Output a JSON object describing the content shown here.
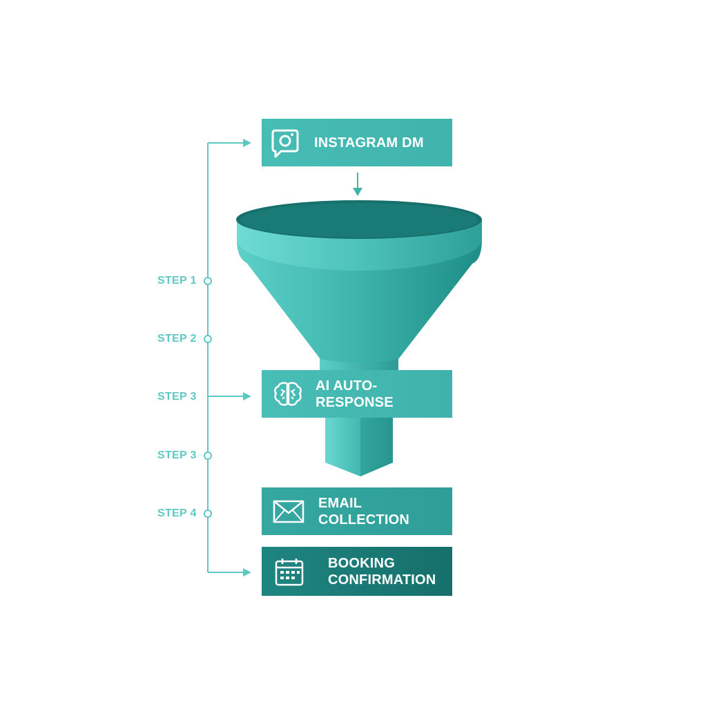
{
  "diagram": {
    "stages": [
      {
        "id": "instagram",
        "label": "INSTAGRAM DM",
        "icon": "instagram-icon"
      },
      {
        "id": "ai",
        "label": "AI AUTO-RESPONSE",
        "icon": "brain-icon"
      },
      {
        "id": "email",
        "label": "EMAIL COLLECTION",
        "icon": "envelope-icon"
      },
      {
        "id": "booking",
        "label": "BOOKING\nCONFIRMATION",
        "icon": "calendar-icon"
      }
    ],
    "steps": [
      "STEP 1",
      "STEP 2",
      "STEP 3",
      "STEP 3",
      "STEP 4"
    ],
    "colors": {
      "teal_light": "#5fd3cb",
      "teal": "#3fb3ac",
      "teal_dark": "#166f6b",
      "line": "#5ec9c3"
    }
  }
}
